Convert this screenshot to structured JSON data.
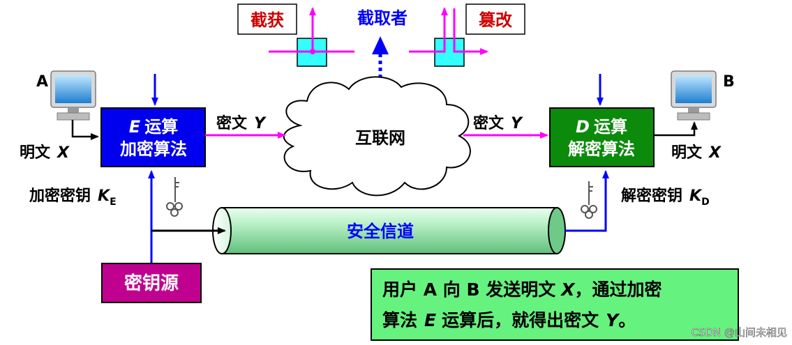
{
  "intercept": {
    "label": "截获"
  },
  "interceptor": {
    "label": "截取者"
  },
  "tamper": {
    "label": "篡改"
  },
  "host_a": {
    "label": "A"
  },
  "host_b": {
    "label": "B"
  },
  "encrypt_box": {
    "op_letter": "E",
    "op_word": "运算",
    "name": "加密算法"
  },
  "decrypt_box": {
    "op_letter": "D",
    "op_word": "运算",
    "name": "解密算法"
  },
  "ciphertext_left": {
    "word": "密文",
    "symbol": "Y"
  },
  "ciphertext_right": {
    "word": "密文",
    "symbol": "Y"
  },
  "internet": {
    "label": "互联网"
  },
  "plaintext_left": {
    "word": "明文",
    "symbol": "X"
  },
  "plaintext_right": {
    "word": "明文",
    "symbol": "X"
  },
  "enc_key": {
    "label": "加密密钥",
    "symbol": "K",
    "subscript": "E"
  },
  "dec_key": {
    "label": "解密密钥",
    "symbol": "K",
    "subscript": "D"
  },
  "secure_channel": {
    "label": "安全信道"
  },
  "key_source": {
    "label": "密钥源"
  },
  "note": {
    "line1_a": "用户 A 向 B 发送明文",
    "line1_sym": "X",
    "line1_b": "，通过加密",
    "line2_a": "算法",
    "line2_sym": "E",
    "line2_b": "运算后，就得出密文",
    "line2_sym2": "Y",
    "line2_end": "。"
  },
  "watermark": {
    "text": "CSDN @山间未相见"
  },
  "colors": {
    "arrow_blue": "#0000ff",
    "arrow_magenta": "#ff00ff",
    "enc_fill": "#0000ee",
    "dec_fill": "#0b8a0b",
    "key_source_fill": "#c0008f",
    "note_fill": "#66f27f",
    "label_red": "#cc0000",
    "tap_cyan": "#33ffff"
  }
}
